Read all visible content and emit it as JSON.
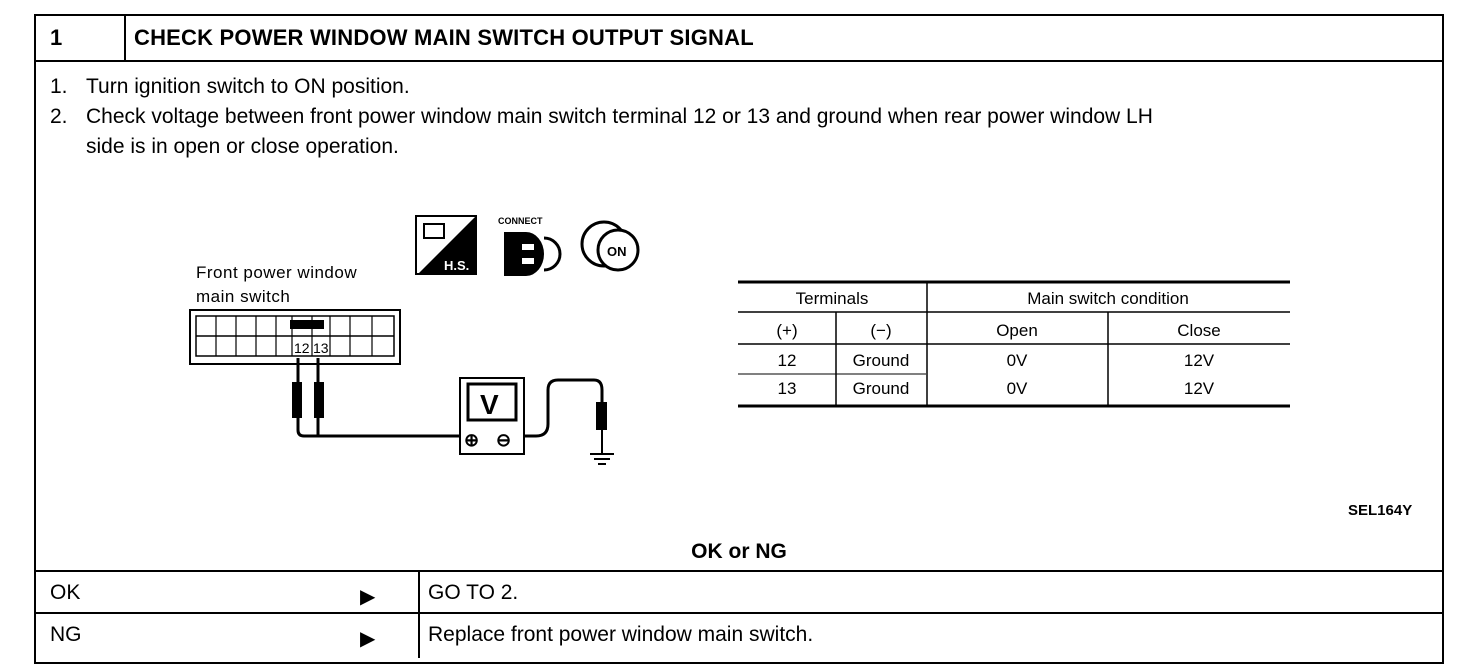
{
  "step": {
    "number": "1",
    "title": "CHECK POWER WINDOW MAIN SWITCH OUTPUT SIGNAL"
  },
  "instructions": [
    {
      "num": "1.",
      "text": "Turn ignition switch to ON position."
    },
    {
      "num": "2.",
      "text": "Check voltage between front power window main switch terminal 12 or 13 and ground when rear power window LH"
    },
    {
      "num": "",
      "text": "side is in open or close operation."
    }
  ],
  "diagram": {
    "connector_label_line1": "Front power window",
    "connector_label_line2": "main switch",
    "terminal_a": "12",
    "terminal_b": "13",
    "meter_letter": "V",
    "meter_plus": "⊕",
    "meter_minus": "⊖",
    "icon_hs_text": "H.S.",
    "icon_connect_text": "CONNECT",
    "icon_key_text": "ON",
    "figure_code": "SEL164Y"
  },
  "table": {
    "header_terminals": "Terminals",
    "header_condition": "Main switch condition",
    "sub_plus": "(+)",
    "sub_minus": "(−)",
    "sub_open": "Open",
    "sub_close": "Close",
    "rows": [
      {
        "plus": "12",
        "minus": "Ground",
        "open": "0V",
        "close": "12V"
      },
      {
        "plus": "13",
        "minus": "Ground",
        "open": "0V",
        "close": "12V"
      }
    ]
  },
  "decision": {
    "question": "OK or NG",
    "ok_label": "OK",
    "ok_result": "GO TO 2.",
    "ng_label": "NG",
    "ng_result": "Replace front power window main switch.",
    "arrow": "▶"
  }
}
